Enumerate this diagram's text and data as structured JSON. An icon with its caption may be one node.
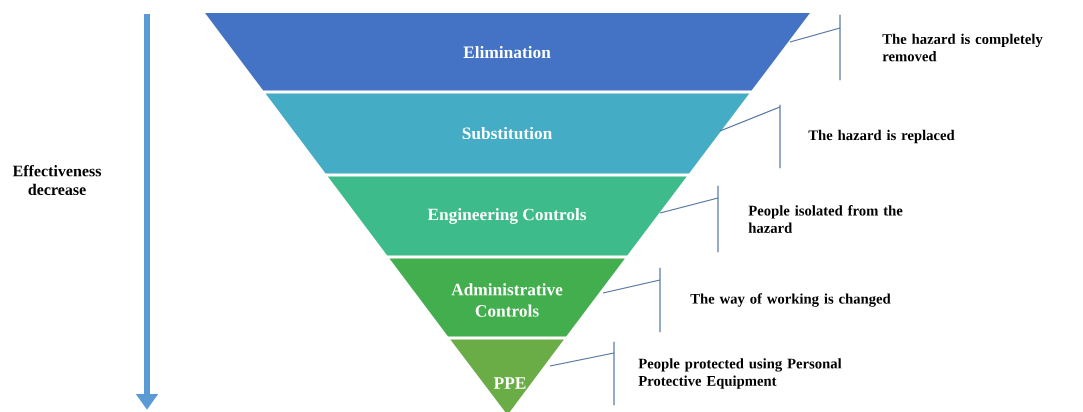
{
  "diagram": {
    "nodes": [
      {
        "text": [
          "Elimination"
        ]
      },
      {
        "text": [
          "Substitution"
        ]
      },
      {
        "text": [
          "Engineering Controls"
        ]
      },
      {
        "text": [
          "Administrative Controls"
        ]
      },
      {
        "text": [
          "PPE"
        ]
      },
      {
        "text": [
          "The hazard is completely removed"
        ]
      },
      {
        "text": [
          "The hazard is replaced"
        ]
      },
      {
        "text": [
          "People isolated from the hazard"
        ]
      },
      {
        "text": [
          "The way of working is changed"
        ]
      },
      {
        "text": [
          "People protected using Personal Protective Equipment"
        ]
      }
    ],
    "edges": [
      {
        "from": 0,
        "to": 5,
        "arrow": "none"
      },
      {
        "from": 1,
        "to": 6,
        "arrow": "none"
      },
      {
        "from": 2,
        "to": 7,
        "arrow": "none"
      },
      {
        "from": 3,
        "to": 8,
        "arrow": "none"
      },
      {
        "from": 4,
        "to": 9,
        "arrow": "none"
      }
    ],
    "labels": [
      "Effectiveness decrease"
    ]
  }
}
